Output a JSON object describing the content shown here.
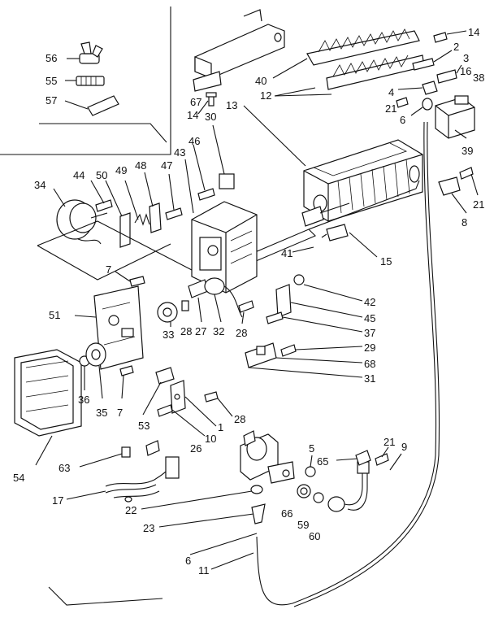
{
  "diagram": {
    "parts": [
      {
        "id": "56",
        "label": "56"
      },
      {
        "id": "55",
        "label": "55"
      },
      {
        "id": "57",
        "label": "57"
      },
      {
        "id": "67",
        "label": "67"
      },
      {
        "id": "14a",
        "label": "14"
      },
      {
        "id": "14b",
        "label": "14"
      },
      {
        "id": "30",
        "label": "30"
      },
      {
        "id": "40",
        "label": "40"
      },
      {
        "id": "12",
        "label": "12"
      },
      {
        "id": "13",
        "label": "13"
      },
      {
        "id": "2",
        "label": "2"
      },
      {
        "id": "3",
        "label": "3"
      },
      {
        "id": "16",
        "label": "16"
      },
      {
        "id": "38",
        "label": "38"
      },
      {
        "id": "4",
        "label": "4"
      },
      {
        "id": "21a",
        "label": "21"
      },
      {
        "id": "6a",
        "label": "6"
      },
      {
        "id": "39",
        "label": "39"
      },
      {
        "id": "21b",
        "label": "21"
      },
      {
        "id": "8",
        "label": "8"
      },
      {
        "id": "46",
        "label": "46"
      },
      {
        "id": "43",
        "label": "43"
      },
      {
        "id": "44",
        "label": "44"
      },
      {
        "id": "50",
        "label": "50"
      },
      {
        "id": "49",
        "label": "49"
      },
      {
        "id": "48",
        "label": "48"
      },
      {
        "id": "47",
        "label": "47"
      },
      {
        "id": "34",
        "label": "34"
      },
      {
        "id": "41",
        "label": "41"
      },
      {
        "id": "15",
        "label": "15"
      },
      {
        "id": "7a",
        "label": "7"
      },
      {
        "id": "42",
        "label": "42"
      },
      {
        "id": "51",
        "label": "51"
      },
      {
        "id": "45",
        "label": "45"
      },
      {
        "id": "37",
        "label": "37"
      },
      {
        "id": "28a",
        "label": "28"
      },
      {
        "id": "27",
        "label": "27"
      },
      {
        "id": "32",
        "label": "32"
      },
      {
        "id": "28b",
        "label": "28"
      },
      {
        "id": "33",
        "label": "33"
      },
      {
        "id": "29",
        "label": "29"
      },
      {
        "id": "68",
        "label": "68"
      },
      {
        "id": "31",
        "label": "31"
      },
      {
        "id": "36",
        "label": "36"
      },
      {
        "id": "35",
        "label": "35"
      },
      {
        "id": "7b",
        "label": "7"
      },
      {
        "id": "53",
        "label": "53"
      },
      {
        "id": "28c",
        "label": "28"
      },
      {
        "id": "1",
        "label": "1"
      },
      {
        "id": "10",
        "label": "10"
      },
      {
        "id": "54",
        "label": "54"
      },
      {
        "id": "26",
        "label": "26"
      },
      {
        "id": "63",
        "label": "63"
      },
      {
        "id": "17",
        "label": "17"
      },
      {
        "id": "5",
        "label": "5"
      },
      {
        "id": "65",
        "label": "65"
      },
      {
        "id": "21c",
        "label": "21"
      },
      {
        "id": "9",
        "label": "9"
      },
      {
        "id": "22",
        "label": "22"
      },
      {
        "id": "23",
        "label": "23"
      },
      {
        "id": "66",
        "label": "66"
      },
      {
        "id": "59",
        "label": "59"
      },
      {
        "id": "60",
        "label": "60"
      },
      {
        "id": "6b",
        "label": "6"
      },
      {
        "id": "11",
        "label": "11"
      }
    ]
  }
}
